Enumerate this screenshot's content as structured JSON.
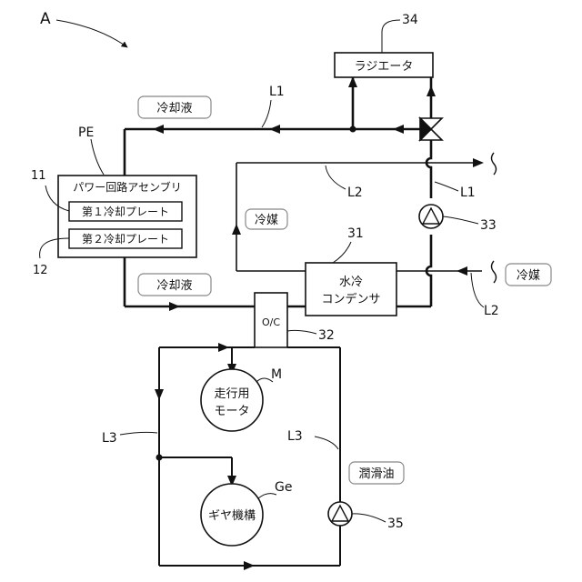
{
  "figure_label": "A",
  "labels": {
    "radiator": "ラジエータ",
    "radiator_ref": "34",
    "coolant_top": "冷却液",
    "coolant_bottom": "冷却液",
    "l1_top": "L1",
    "l1_right": "L1",
    "pe": "PE",
    "power_assembly": "パワー回路アセンブリ",
    "plate1": "第１冷却プレート",
    "plate2": "第２冷却プレート",
    "ref_11": "11",
    "ref_12": "12",
    "l2_inner": "L2",
    "l2_bottom": "L2",
    "refrigerant_left": "冷媒",
    "refrigerant_right": "冷媒",
    "condenser_line1": "水冷",
    "condenser_line2": "コンデンサ",
    "ref_31": "31",
    "ref_33": "33",
    "oc": "O/C",
    "ref_32": "32",
    "motor_line1": "走行用",
    "motor_line2": "モータ",
    "motor_ref": "M",
    "l3_left": "L3",
    "l3_right": "L3",
    "lubricant": "潤滑油",
    "gear": "ギヤ機構",
    "gear_ref": "Ge",
    "ref_35": "35"
  }
}
